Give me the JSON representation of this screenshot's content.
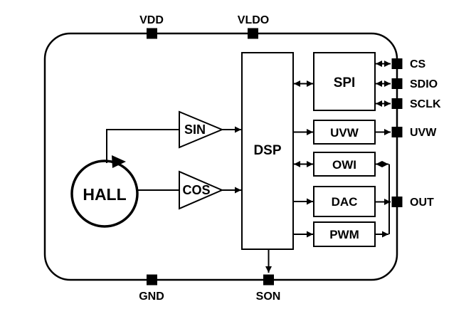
{
  "blocks": {
    "hall": "HALL",
    "sin": "SIN",
    "cos": "COS",
    "dsp": "DSP",
    "spi": "SPI",
    "uvw": "UVW",
    "owi": "OWI",
    "dac": "DAC",
    "pwm": "PWM"
  },
  "pins": {
    "vdd": "VDD",
    "vldo": "VLDO",
    "gnd": "GND",
    "son": "SON",
    "cs": "CS",
    "sdio": "SDIO",
    "sclk": "SCLK",
    "uvw": "UVW",
    "out": "OUT"
  },
  "colors": {
    "stroke": "#000000",
    "background": "#ffffff"
  }
}
